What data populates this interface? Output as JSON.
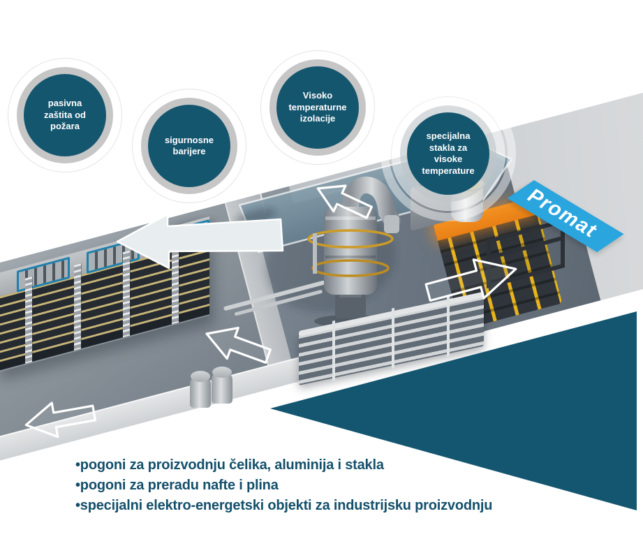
{
  "badges": {
    "items": [
      {
        "label": "pasivna zaštita od požara"
      },
      {
        "label": "sigurnosne barijere"
      },
      {
        "label": "Visoko temperaturne izolacije"
      },
      {
        "label": "specijalna stakla za visoke temperature"
      }
    ]
  },
  "logo": {
    "text": "Promat"
  },
  "bullets": {
    "items": [
      {
        "text": "•pogoni za proizvodnju čelika, aluminija i stakla"
      },
      {
        "text": "•pogoni za preradu nafte i plina"
      },
      {
        "text": "•specijalni elektro-energetski objekti za industrijsku proizvodnju"
      }
    ]
  },
  "colors": {
    "badge_teal": "#15566F",
    "triangle_teal": "#14566F",
    "promat_blue": "#2AA5DE",
    "bullet_text": "#14506B",
    "floor_light": "#D9DBDC",
    "floor_dark": "#6E7A85",
    "road_steel_blue": "#7E98A8",
    "arrow_white": "#FFFFFF",
    "conveyor_orange": "#EF8C1E",
    "rail_yellow": "#E8B41C"
  }
}
